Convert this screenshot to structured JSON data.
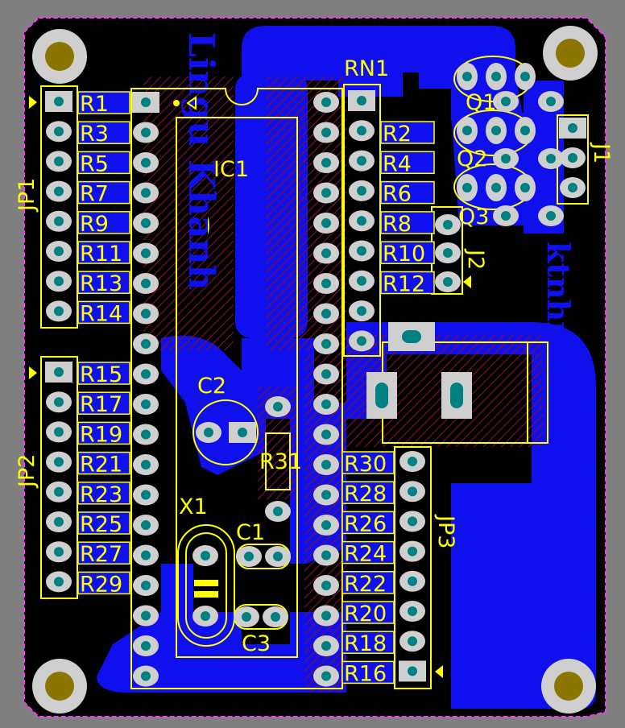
{
  "board": {
    "colors": {
      "background": "#7f7f80",
      "board": "#000000",
      "outline": "#ff33ff",
      "copper": "#1010ee",
      "silkscreen": "#ffff00",
      "pad": "#cfcfcf",
      "hole": "#008080",
      "mounting_hole": "#8b7500",
      "hatch": "#7a1030"
    },
    "copper_text": {
      "name": "Lingu Khanh",
      "email": "ktnhn@pdmoli.com"
    }
  },
  "components": {
    "ic1": "IC1",
    "rn1": "RN1",
    "c1": "C1",
    "c2": "C2",
    "c3": "C3",
    "x1": "X1",
    "r31": "R31",
    "q1": "Q1",
    "q2": "Q2",
    "q3": "Q3",
    "j1": "J1",
    "j2": "J2",
    "jp1": "JP1",
    "jp2": "JP2",
    "jp3": "JP3"
  },
  "resistors": {
    "jp1_side": [
      "R1",
      "R3",
      "R5",
      "R7",
      "R9",
      "R11",
      "R13",
      "R14"
    ],
    "jp2_side": [
      "R15",
      "R17",
      "R19",
      "R21",
      "R23",
      "R25",
      "R27",
      "R29"
    ],
    "rn1_side": [
      "R2",
      "R4",
      "R6",
      "R8",
      "R10",
      "R12"
    ],
    "jp3_side": [
      "R30",
      "R28",
      "R26",
      "R24",
      "R22",
      "R20",
      "R18",
      "R16"
    ]
  }
}
